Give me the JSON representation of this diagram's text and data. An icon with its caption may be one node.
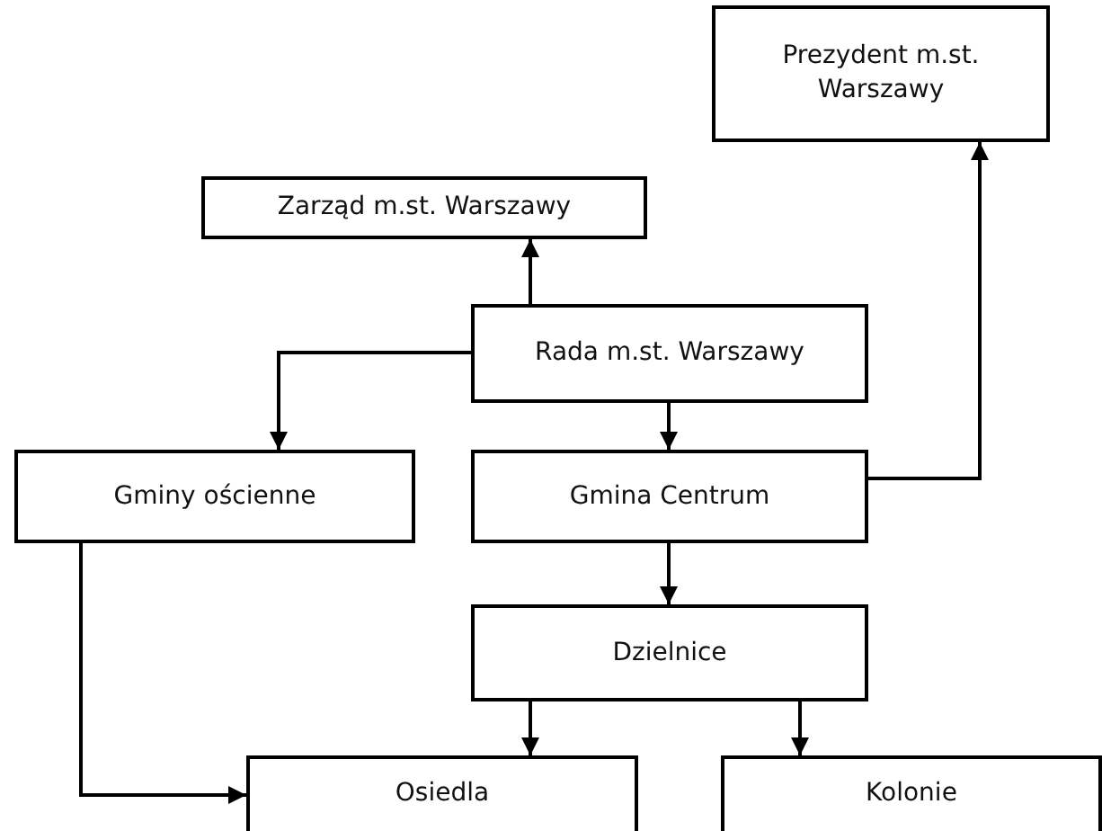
{
  "diagram": {
    "nodes": [
      {
        "text": [
          "Prezydent m.st. Warszawy"
        ]
      },
      {
        "text": [
          "Zarząd m.st. Warszawy"
        ]
      },
      {
        "text": [
          "Rada m.st. Warszawy"
        ]
      },
      {
        "text": [
          "Gminy ościenne"
        ]
      },
      {
        "text": [
          "Gmina Centrum"
        ]
      },
      {
        "text": [
          "Dzielnice"
        ]
      },
      {
        "text": [
          "Osiedla"
        ]
      },
      {
        "text": [
          "Kolonie"
        ]
      }
    ],
    "edges": [
      {
        "from": 2,
        "to": 1,
        "arrow": "to"
      },
      {
        "from": 2,
        "to": 3,
        "arrow": "to"
      },
      {
        "from": 2,
        "to": 4,
        "arrow": "to"
      },
      {
        "from": 4,
        "to": 0,
        "arrow": "to"
      },
      {
        "from": 4,
        "to": 5,
        "arrow": "to"
      },
      {
        "from": 5,
        "to": 6,
        "arrow": "to"
      },
      {
        "from": 5,
        "to": 7,
        "arrow": "to"
      },
      {
        "from": 3,
        "to": 6,
        "arrow": "to"
      }
    ]
  }
}
